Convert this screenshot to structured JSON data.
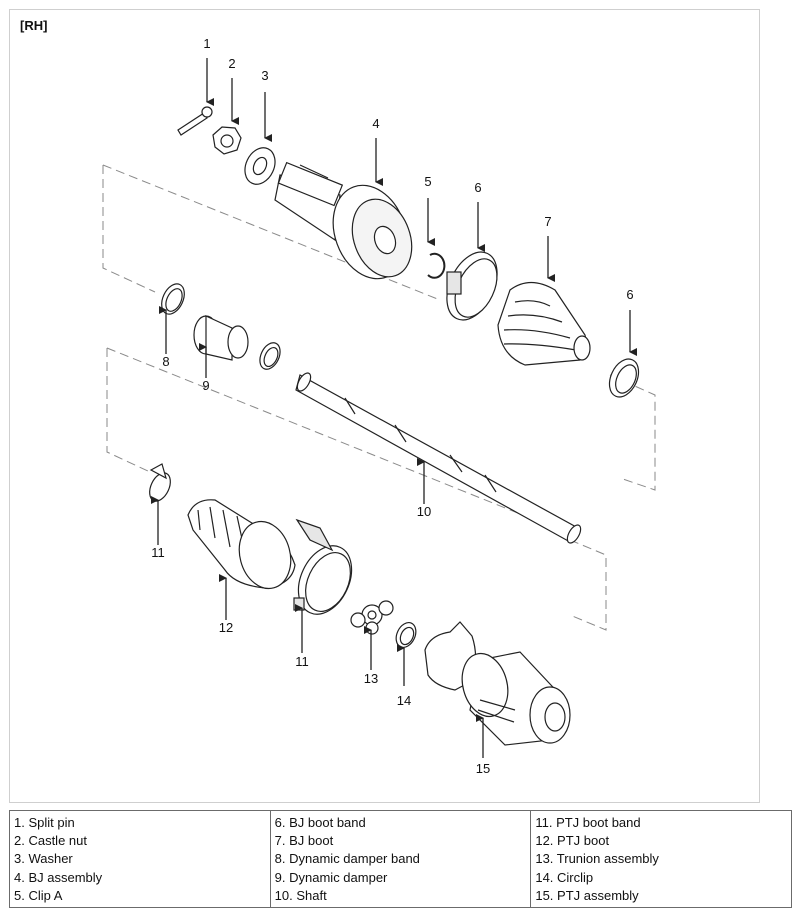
{
  "figure": {
    "section_label": "[RH]",
    "callouts": [
      "1",
      "2",
      "3",
      "4",
      "5",
      "6",
      "7",
      "6",
      "8",
      "9",
      "10",
      "11",
      "12",
      "11",
      "13",
      "14",
      "15"
    ]
  },
  "legend": {
    "columns": [
      [
        "1. Split pin",
        "2. Castle nut",
        "3. Washer",
        "4. BJ assembly",
        "5. Clip A"
      ],
      [
        "6. BJ boot band",
        "7. BJ boot",
        "8. Dynamic damper band",
        "9. Dynamic damper",
        "10. Shaft"
      ],
      [
        "11. PTJ boot band",
        "12. PTJ boot",
        "13. Trunion assembly",
        "14. Circlip",
        "15. PTJ assembly"
      ]
    ]
  },
  "colors": {
    "line": "#222222",
    "dash": "#8a8a8a",
    "frame": "#cfcfcf",
    "shade": "#e6e6e6"
  }
}
